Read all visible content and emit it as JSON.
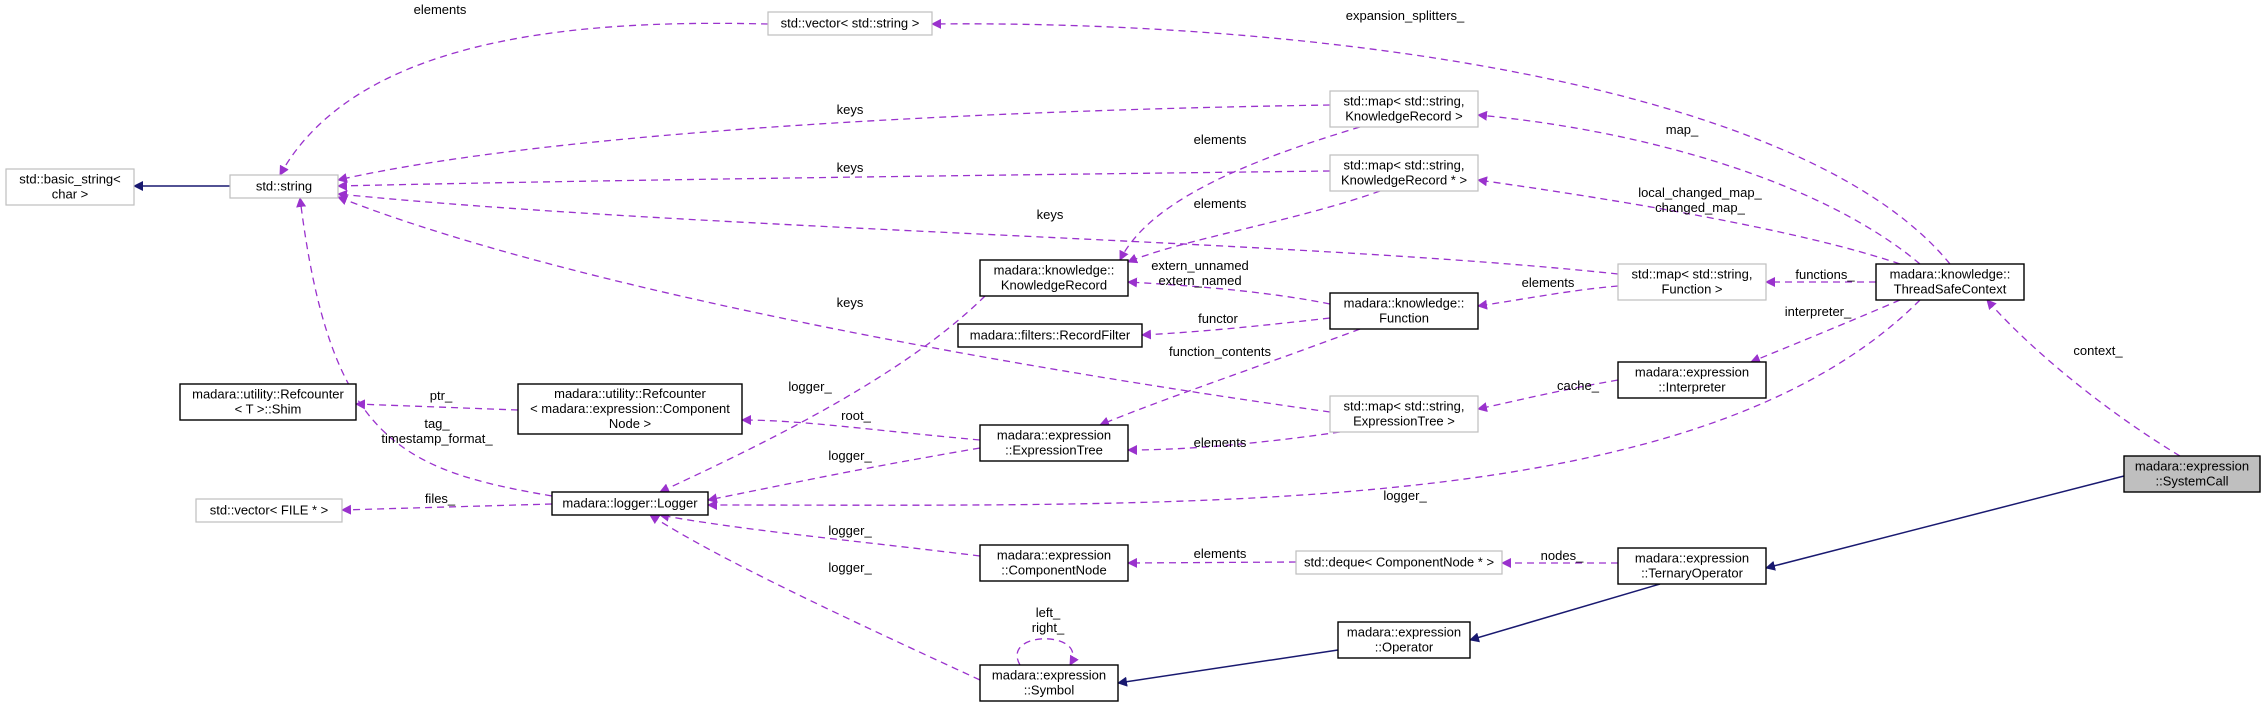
{
  "nodes": [
    {
      "id": "std_vector_string",
      "lines": [
        "std::vector< std::string >"
      ],
      "style": "ext"
    },
    {
      "id": "std_basic_string",
      "lines": [
        "std::basic_string<",
        "char >"
      ],
      "style": "ext"
    },
    {
      "id": "std_string",
      "lines": [
        "std::string"
      ],
      "style": "ext"
    },
    {
      "id": "map_kr",
      "lines": [
        "std::map< std::string,",
        "KnowledgeRecord >"
      ],
      "style": "ext"
    },
    {
      "id": "map_kr_ptr",
      "lines": [
        "std::map< std::string,",
        "KnowledgeRecord * >"
      ],
      "style": "ext"
    },
    {
      "id": "knowledge_record",
      "lines": [
        "madara::knowledge::",
        "KnowledgeRecord"
      ],
      "style": "normal"
    },
    {
      "id": "map_function",
      "lines": [
        "std::map< std::string,",
        "Function >"
      ],
      "style": "ext"
    },
    {
      "id": "thread_safe_context",
      "lines": [
        "madara::knowledge::",
        "ThreadSafeContext"
      ],
      "style": "normal"
    },
    {
      "id": "function",
      "lines": [
        "madara::knowledge::",
        "Function"
      ],
      "style": "normal"
    },
    {
      "id": "record_filter",
      "lines": [
        "madara::filters::RecordFilter"
      ],
      "style": "normal"
    },
    {
      "id": "interpreter",
      "lines": [
        "madara::expression",
        "::Interpreter"
      ],
      "style": "normal"
    },
    {
      "id": "refcounter_shim",
      "lines": [
        "madara::utility::Refcounter",
        "< T >::Shim"
      ],
      "style": "normal"
    },
    {
      "id": "refcounter_cn",
      "lines": [
        "madara::utility::Refcounter",
        "< madara::expression::Component",
        "Node >"
      ],
      "style": "normal"
    },
    {
      "id": "map_expression_tree",
      "lines": [
        "std::map< std::string,",
        "ExpressionTree >"
      ],
      "style": "ext"
    },
    {
      "id": "expression_tree",
      "lines": [
        "madara::expression",
        "::ExpressionTree"
      ],
      "style": "normal"
    },
    {
      "id": "system_call",
      "lines": [
        "madara::expression",
        "::SystemCall"
      ],
      "style": "focus"
    },
    {
      "id": "vector_file",
      "lines": [
        "std::vector< FILE * >"
      ],
      "style": "ext"
    },
    {
      "id": "logger",
      "lines": [
        "madara::logger::Logger"
      ],
      "style": "normal"
    },
    {
      "id": "component_node",
      "lines": [
        "madara::expression",
        "::ComponentNode"
      ],
      "style": "normal"
    },
    {
      "id": "deque_cn",
      "lines": [
        "std::deque< ComponentNode * >"
      ],
      "style": "ext"
    },
    {
      "id": "ternary_operator",
      "lines": [
        "madara::expression",
        "::TernaryOperator"
      ],
      "style": "normal"
    },
    {
      "id": "operator",
      "lines": [
        "madara::expression",
        "::Operator"
      ],
      "style": "normal"
    },
    {
      "id": "symbol",
      "lines": [
        "madara::expression",
        "::Symbol"
      ],
      "style": "normal"
    }
  ],
  "edges": [
    {
      "id": "e_elements_vec_string",
      "kind": "usage",
      "label": [
        "elements"
      ]
    },
    {
      "id": "e_inherit_basic_string",
      "kind": "inherit",
      "label": []
    },
    {
      "id": "e_keys_map_kr",
      "kind": "usage",
      "label": [
        "keys"
      ]
    },
    {
      "id": "e_keys_map_kr_ptr",
      "kind": "usage",
      "label": [
        "keys"
      ]
    },
    {
      "id": "e_keys_map_function",
      "kind": "usage",
      "label": [
        "keys"
      ]
    },
    {
      "id": "e_keys_map_et",
      "kind": "usage",
      "label": [
        "keys"
      ]
    },
    {
      "id": "e_tag",
      "kind": "usage",
      "label": [
        "tag_",
        "timestamp_format_"
      ]
    },
    {
      "id": "e_expansion_splitters",
      "kind": "usage",
      "label": [
        "expansion_splitters_"
      ]
    },
    {
      "id": "e_map",
      "kind": "usage",
      "label": [
        "map_"
      ]
    },
    {
      "id": "e_local_changed_map",
      "kind": "usage",
      "label": [
        "local_changed_map_",
        "changed_map_"
      ]
    },
    {
      "id": "e_functions",
      "kind": "usage",
      "label": [
        "functions_"
      ]
    },
    {
      "id": "e_interpreter",
      "kind": "usage",
      "label": [
        "interpreter_"
      ]
    },
    {
      "id": "e_context",
      "kind": "usage",
      "label": [
        "context_"
      ]
    },
    {
      "id": "e_elements_map_kr",
      "kind": "usage",
      "label": [
        "elements"
      ]
    },
    {
      "id": "e_elements_map_kr_ptr",
      "kind": "usage",
      "label": [
        "elements"
      ]
    },
    {
      "id": "e_extern",
      "kind": "usage",
      "label": [
        "extern_unnamed",
        "extern_named"
      ]
    },
    {
      "id": "e_elements_map_function",
      "kind": "usage",
      "label": [
        "elements"
      ]
    },
    {
      "id": "e_functor",
      "kind": "usage",
      "label": [
        "functor"
      ]
    },
    {
      "id": "e_function_contents",
      "kind": "usage",
      "label": [
        "function_contents"
      ]
    },
    {
      "id": "e_cache",
      "kind": "usage",
      "label": [
        "cache_"
      ]
    },
    {
      "id": "e_elements_map_et",
      "kind": "usage",
      "label": [
        "elements"
      ]
    },
    {
      "id": "e_ptr",
      "kind": "usage",
      "label": [
        "ptr_"
      ]
    },
    {
      "id": "e_root",
      "kind": "usage",
      "label": [
        "root_"
      ]
    },
    {
      "id": "e_logger_kr",
      "kind": "usage",
      "label": [
        "logger_"
      ]
    },
    {
      "id": "e_logger_et",
      "kind": "usage",
      "label": [
        "logger_"
      ]
    },
    {
      "id": "e_logger_tsc",
      "kind": "usage",
      "label": [
        "logger_"
      ]
    },
    {
      "id": "e_logger_cn",
      "kind": "usage",
      "label": [
        "logger_"
      ]
    },
    {
      "id": "e_logger_symbol",
      "kind": "usage",
      "label": [
        "logger_"
      ]
    },
    {
      "id": "e_files",
      "kind": "usage",
      "label": [
        "files_"
      ]
    },
    {
      "id": "e_elements_deque",
      "kind": "usage",
      "label": [
        "elements"
      ]
    },
    {
      "id": "e_nodes",
      "kind": "usage",
      "label": [
        "nodes_"
      ]
    },
    {
      "id": "e_inherit_ternary",
      "kind": "inherit",
      "label": []
    },
    {
      "id": "e_inherit_operator",
      "kind": "inherit",
      "label": []
    },
    {
      "id": "e_inherit_symbol",
      "kind": "inherit",
      "label": []
    },
    {
      "id": "e_left_right",
      "kind": "usage",
      "label": [
        "left_",
        "right_"
      ]
    }
  ],
  "colors": {
    "usage_edge": "#9a32cd",
    "inherit_edge": "#191970",
    "external_node_border": "#bfbfbf",
    "focus_node_fill": "#bfbfbf"
  }
}
